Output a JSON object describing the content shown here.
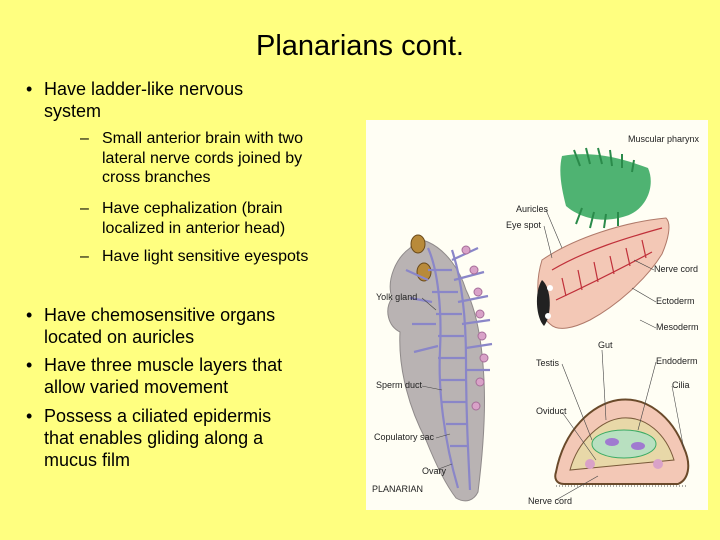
{
  "slide": {
    "title": "Planarians cont.",
    "bullet_marker": "•",
    "dash_marker": "–",
    "bullets": [
      {
        "lines": [
          "Have ladder-like nervous",
          "system"
        ]
      },
      {
        "lines": [
          "Have chemosensitive organs",
          "located on auricles"
        ]
      },
      {
        "lines": [
          "Have three muscle layers that",
          "allow varied movement"
        ]
      },
      {
        "lines": [
          "Possess a ciliated epidermis",
          "that enables gliding along a",
          "mucus film"
        ]
      }
    ],
    "sub_bullets": [
      {
        "lines": [
          "Small anterior brain with two",
          "lateral nerve cords joined by",
          "cross branches"
        ]
      },
      {
        "lines": [
          "Have cephalization (brain",
          "localized in anterior head)"
        ]
      },
      {
        "lines": [
          "Have light sensitive eyespots"
        ]
      }
    ]
  },
  "figure": {
    "labels": {
      "muscular_pharynx": "Muscular pharynx",
      "auricles": "Auricles",
      "eye_spot": "Eye spot",
      "nerve_cord_1": "Nerve cord",
      "ectoderm": "Ectoderm",
      "yolk_gland": "Yolk gland",
      "mesoderm": "Mesoderm",
      "gut": "Gut",
      "endoderm": "Endoderm",
      "testis": "Testis",
      "sperm_duct": "Sperm duct",
      "cilia": "Cilia",
      "oviduct": "Oviduct",
      "copulatory_sac": "Copulatory sac",
      "ovary": "Ovary",
      "planarian": "PLANARIAN",
      "nerve_cord_2": "Nerve cord"
    },
    "colors": {
      "body": "#b9b3b3",
      "nerves": "#8a86c8",
      "pharynx": "#3cab64",
      "section_fill": "#f3c8b6",
      "red_lines": "#c0303a",
      "background": "#ffff80"
    }
  }
}
